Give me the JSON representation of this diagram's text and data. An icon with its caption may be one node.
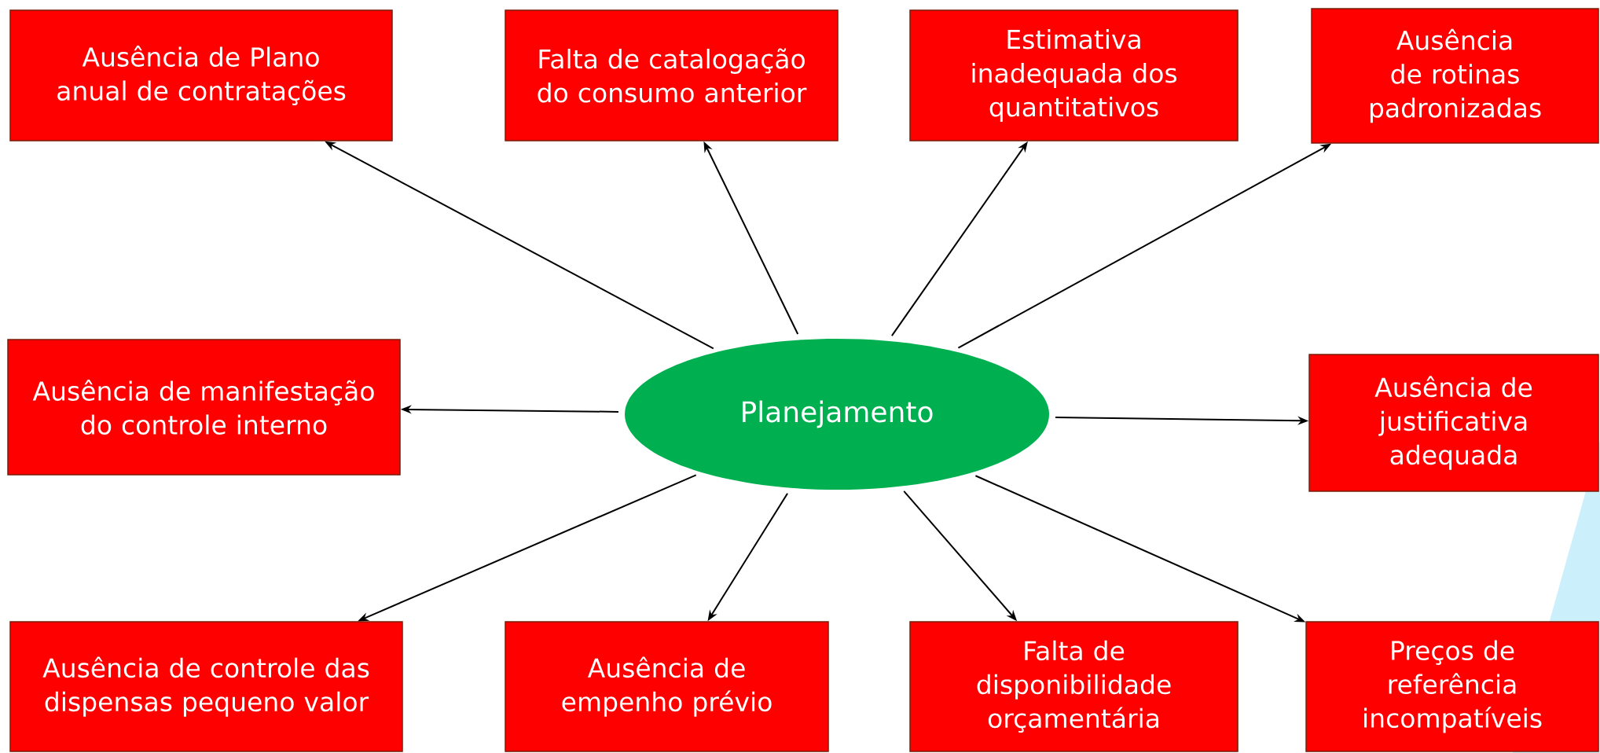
{
  "diagram": {
    "nodes": [
      {
        "text": [
          "Ausência de Plano anual de contratações"
        ]
      },
      {
        "text": [
          "Falta de catalogação do consumo anterior"
        ]
      },
      {
        "text": [
          "Estimativa inadequada dos quantitativos"
        ]
      },
      {
        "text": [
          "Ausência de rotinas padronizadas"
        ]
      },
      {
        "text": [
          "Ausência de manifestação do controle interno"
        ]
      },
      {
        "text": [
          "Planejamento"
        ]
      },
      {
        "text": [
          "Ausência de justificativa adequada"
        ]
      },
      {
        "text": [
          "Ausência de controle das dispensas pequeno valor"
        ]
      },
      {
        "text": [
          "Ausência de empenho prévio"
        ]
      },
      {
        "text": [
          "Falta de disponibilidade orçamentária"
        ]
      },
      {
        "text": [
          "Preços de referência incompatíveis"
        ]
      }
    ],
    "edges": [
      {
        "from": 5,
        "to": 0,
        "arrow": "to"
      },
      {
        "from": 5,
        "to": 1,
        "arrow": "to"
      },
      {
        "from": 5,
        "to": 2,
        "arrow": "to"
      },
      {
        "from": 5,
        "to": 3,
        "arrow": "to"
      },
      {
        "from": 5,
        "to": 4,
        "arrow": "to"
      },
      {
        "from": 5,
        "to": 6,
        "arrow": "to"
      },
      {
        "from": 5,
        "to": 7,
        "arrow": "to"
      },
      {
        "from": 5,
        "to": 8,
        "arrow": "to"
      },
      {
        "from": 5,
        "to": 9,
        "arrow": "to"
      },
      {
        "from": 5,
        "to": 10,
        "arrow": "to"
      }
    ]
  }
}
